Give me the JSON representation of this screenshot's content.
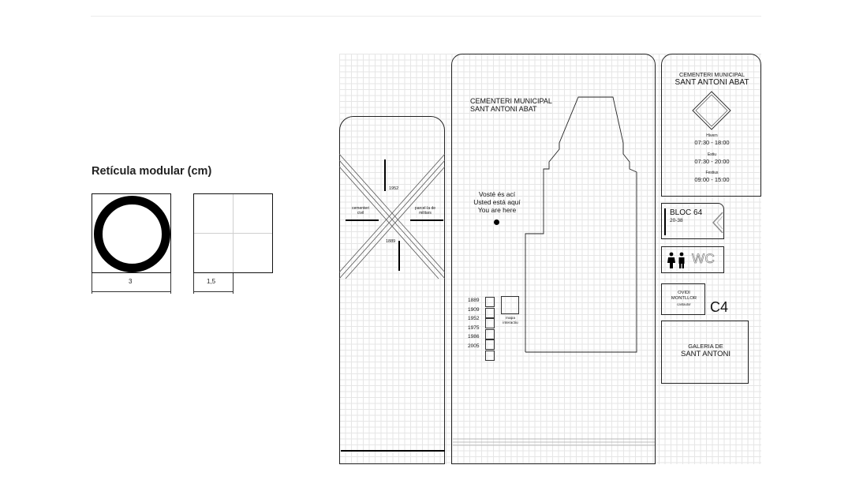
{
  "legend": {
    "title": "Retícula modular (cm)",
    "dim_left": "3",
    "dim_right": "1,5"
  },
  "panel_left": {
    "year_top": "1952",
    "year_bottom": "1889",
    "label_left_line1": "cementeri",
    "label_left_line2": "civil",
    "label_right_line1": "parcel·la de",
    "label_right_line2": "militars"
  },
  "panel_main": {
    "title_line1": "CEMENTERI MUNICIPAL",
    "title_line2": "SANT ANTONI  ABAT",
    "here_line1": "Vosté és ací",
    "here_line2": "Usted está aquí",
    "here_line3": "You are here",
    "years": [
      "1889",
      "1909",
      "1952",
      "1975",
      "1986",
      "2005"
    ],
    "map_label_line1": "mapa",
    "map_label_line2": "interactiu"
  },
  "panel_info": {
    "title_line1": "CEMENTERI MUNICIPAL",
    "title_line2": "SANT ANTONI ABAT",
    "winter_label": "Hivern",
    "winter_hours": "07:30 - 18:00",
    "summer_label": "Estiu",
    "summer_hours": "07:30 - 20:00",
    "holiday_label": "Festius",
    "holiday_hours": "09:00 - 15:00"
  },
  "bloc_sign": {
    "title": "BLOC 64",
    "range": "20-38"
  },
  "wc_sign": {
    "label": "WC"
  },
  "person_sign": {
    "line1": "OVIDI",
    "line2": "MONTLLOR",
    "line3": "cantautor",
    "code": "C4"
  },
  "gallery_sign": {
    "line1": "GALERIA DE",
    "line2": "SANT ANTONI"
  }
}
